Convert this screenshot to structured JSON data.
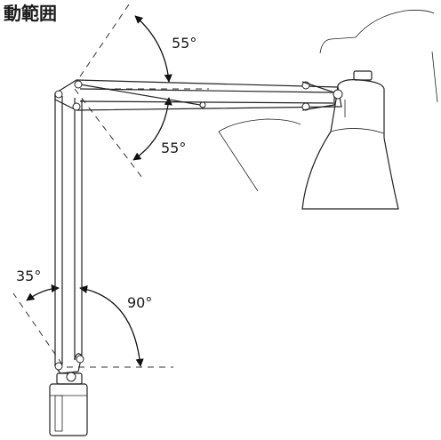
{
  "title": "動範囲",
  "angles": {
    "upper_up": "55°",
    "upper_down": "55°",
    "lower_back": "35°",
    "lower_forward": "90°"
  },
  "colors": {
    "line": "#222222",
    "background": "#ffffff"
  }
}
